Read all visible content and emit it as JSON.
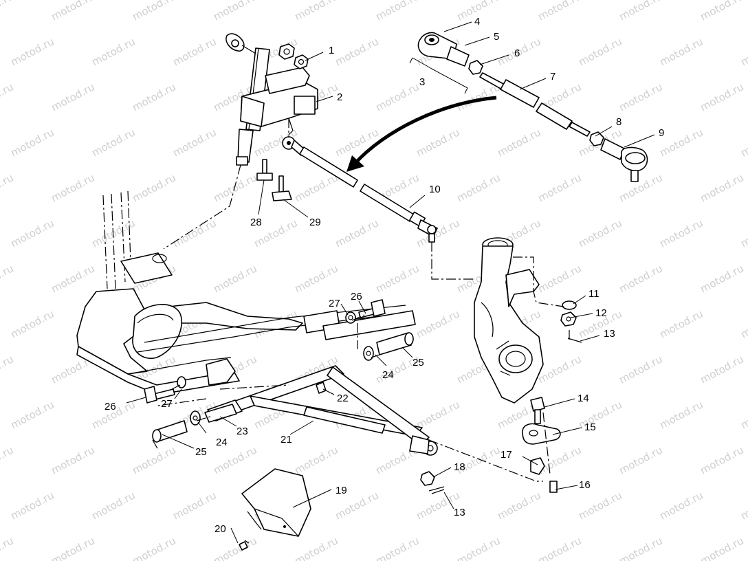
{
  "watermark": {
    "text": "motod.ru",
    "color": "#cfcfcf"
  },
  "parts": [
    {
      "id": "p1",
      "label": "1"
    },
    {
      "id": "p2",
      "label": "2"
    },
    {
      "id": "p3",
      "label": "3"
    },
    {
      "id": "p4",
      "label": "4"
    },
    {
      "id": "p5",
      "label": "5"
    },
    {
      "id": "p6",
      "label": "6"
    },
    {
      "id": "p7",
      "label": "7"
    },
    {
      "id": "p8",
      "label": "8"
    },
    {
      "id": "p9",
      "label": "9"
    },
    {
      "id": "p10",
      "label": "10"
    },
    {
      "id": "p11",
      "label": "11"
    },
    {
      "id": "p12",
      "label": "12"
    },
    {
      "id": "p13a",
      "label": "13"
    },
    {
      "id": "p14",
      "label": "14"
    },
    {
      "id": "p15",
      "label": "15"
    },
    {
      "id": "p16",
      "label": "16"
    },
    {
      "id": "p17",
      "label": "17"
    },
    {
      "id": "p18",
      "label": "18"
    },
    {
      "id": "p13b",
      "label": "13"
    },
    {
      "id": "p19",
      "label": "19"
    },
    {
      "id": "p20",
      "label": "20"
    },
    {
      "id": "p21",
      "label": "21"
    },
    {
      "id": "p22",
      "label": "22"
    },
    {
      "id": "p23",
      "label": "23"
    },
    {
      "id": "p24a",
      "label": "24"
    },
    {
      "id": "p24b",
      "label": "24"
    },
    {
      "id": "p25a",
      "label": "25"
    },
    {
      "id": "p25b",
      "label": "25"
    },
    {
      "id": "p26a",
      "label": "26"
    },
    {
      "id": "p26b",
      "label": "26"
    },
    {
      "id": "p27a",
      "label": "27"
    },
    {
      "id": "p27b",
      "label": "27"
    },
    {
      "id": "p28",
      "label": "28"
    },
    {
      "id": "p29",
      "label": "29"
    }
  ]
}
